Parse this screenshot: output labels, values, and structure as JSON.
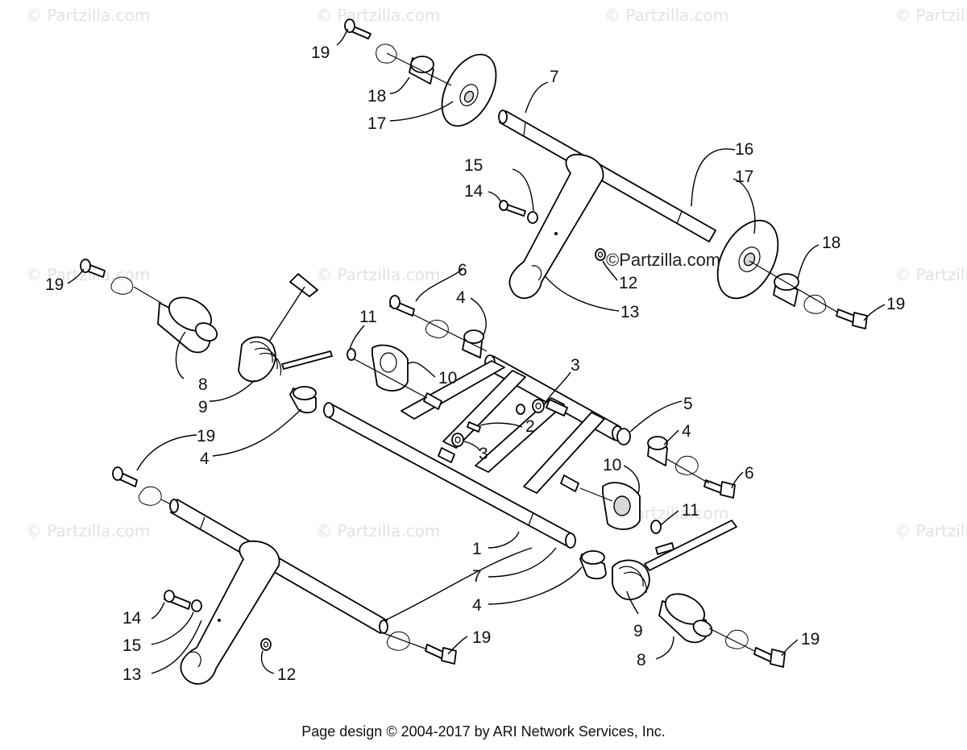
{
  "watermark": {
    "text": "© Partzilla.com",
    "center_text": "©Partzilla.com"
  },
  "callouts": {
    "c1": "1",
    "c2": "2",
    "c3a": "3",
    "c3b": "3",
    "c4a": "4",
    "c4b": "4",
    "c4c": "4",
    "c4d": "4",
    "c5": "5",
    "c6a": "6",
    "c6b": "6",
    "c7a": "7",
    "c7b": "7",
    "c8a": "8",
    "c8b": "8",
    "c9a": "9",
    "c9b": "9",
    "c10a": "10",
    "c10b": "10",
    "c11a": "11",
    "c11b": "11",
    "c12a": "12",
    "c12b": "12",
    "c13a": "13",
    "c13b": "13",
    "c14a": "14",
    "c14b": "14",
    "c15a": "15",
    "c15b": "15",
    "c16": "16",
    "c17a": "17",
    "c17b": "17",
    "c18a": "18",
    "c18b": "18",
    "c19a": "19",
    "c19b": "19",
    "c19c": "19",
    "c19d": "19",
    "c19e": "19",
    "c19f": "19"
  },
  "footer": {
    "text": "Page design © 2004-2017 by ARI Network Services, Inc."
  }
}
